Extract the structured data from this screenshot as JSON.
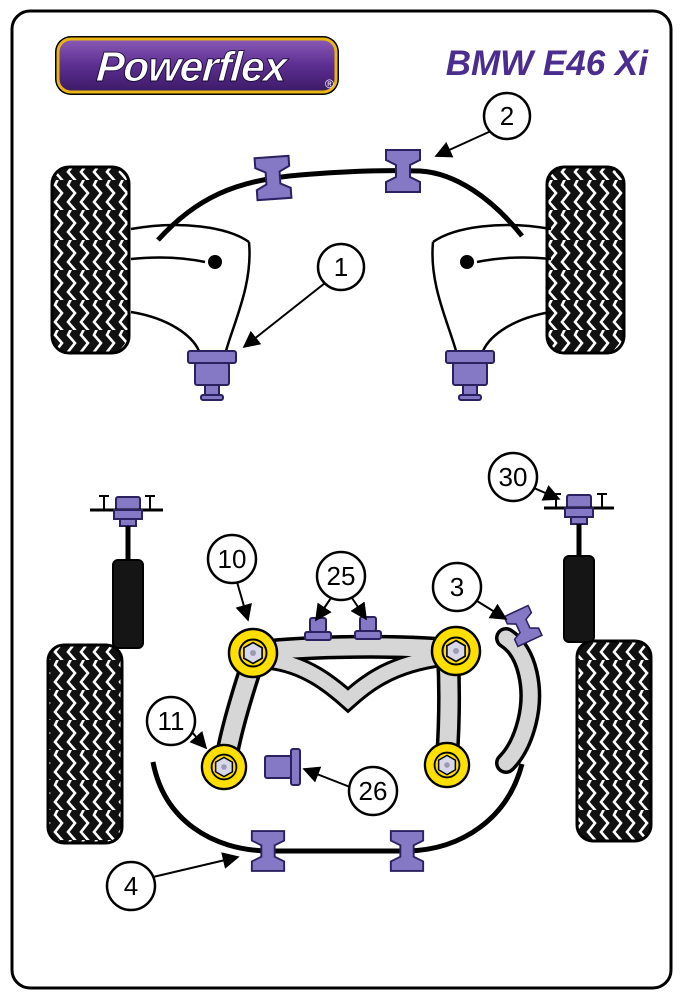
{
  "header": {
    "brand": "Powerflex",
    "registered": "®",
    "model": "BMW E46 Xi"
  },
  "callouts": {
    "c1": "1",
    "c2": "2",
    "c3": "3",
    "c4": "4",
    "c10": "10",
    "c11": "11",
    "c25": "25",
    "c26": "26",
    "c30": "30"
  },
  "colors": {
    "bushing_purple": "#8578c4",
    "bushing_outline": "#2a2160",
    "bush_yellow": "#ffdf00",
    "brand_purple": "#5c2e91",
    "brand_gold": "#e8b515",
    "title_purple": "#4b2d8f",
    "subframe_gray": "#d6d6d6"
  }
}
